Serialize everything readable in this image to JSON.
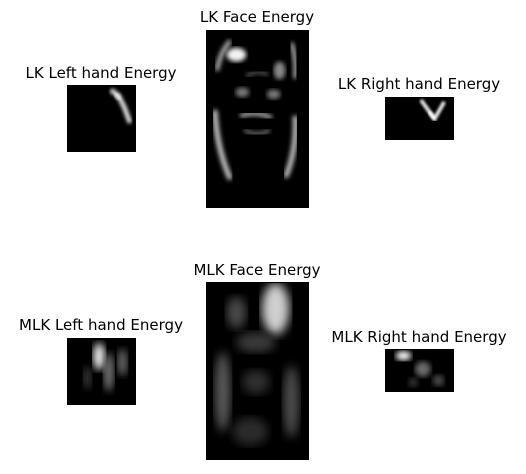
{
  "figure": {
    "background": "#ffffff",
    "image_colormap": "grayscale (black background, white highlights)",
    "rows": [
      {
        "panels": [
          {
            "title": "LK Left hand Energy"
          },
          {
            "title": "LK Face Energy"
          },
          {
            "title": "LK Right hand Energy"
          }
        ]
      },
      {
        "panels": [
          {
            "title": "MLK Left hand Energy"
          },
          {
            "title": "MLK Face Energy"
          },
          {
            "title": "MLK Right hand Energy"
          }
        ]
      }
    ]
  }
}
